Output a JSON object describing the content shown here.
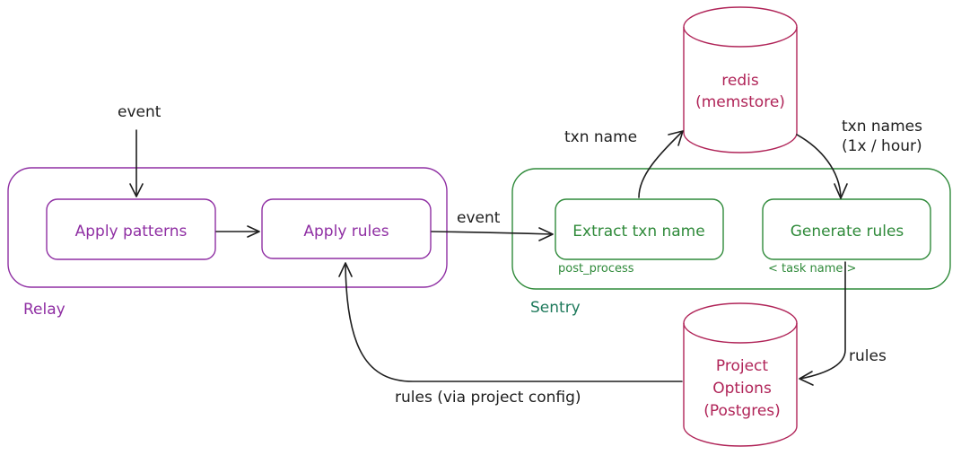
{
  "colors": {
    "relay": "#8f2fa3",
    "sentry": "#2f8a3a",
    "sentry_label": "#1f7a5c",
    "store": "#b02458",
    "arrow": "#1e1e1e"
  },
  "groups": {
    "relay": {
      "label": "Relay"
    },
    "sentry": {
      "label": "Sentry"
    }
  },
  "nodes": {
    "apply_patterns": {
      "label": "Apply patterns"
    },
    "apply_rules": {
      "label": "Apply rules"
    },
    "extract_txn_name": {
      "label": "Extract txn name",
      "sublabel": "post_process"
    },
    "generate_rules": {
      "label": "Generate rules",
      "sublabel": "< task name >"
    }
  },
  "stores": {
    "redis": {
      "lines": [
        "redis",
        "(memstore)"
      ]
    },
    "project_options": {
      "lines": [
        "Project",
        "Options",
        "(Postgres)"
      ]
    }
  },
  "edges": {
    "event_in": "event",
    "relay_to_sentry": "event",
    "txn_name": "txn name",
    "txn_names": [
      "txn names",
      "(1x / hour)"
    ],
    "rules": "rules",
    "rules_back": "rules (via project config)"
  }
}
